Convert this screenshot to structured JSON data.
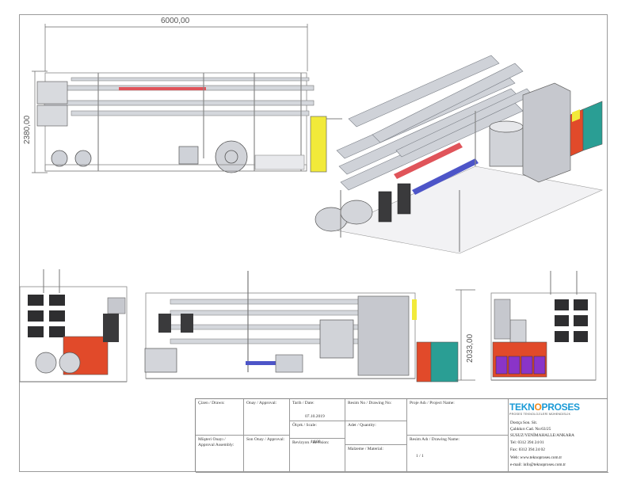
{
  "drawing": {
    "dims": {
      "overall_length": "6000,00",
      "overall_height": "2380,00",
      "side_height": "2033,00"
    }
  },
  "title_block": {
    "drawn_label": "Çizen / Drawn:",
    "checked_label": "Onay / Approval:",
    "date_label": "Tarih / Date:",
    "date_value": "07.10.2019",
    "scale_label": "Ölçek / Scale:",
    "scale_value": "1:100",
    "drawing_no_label": "Resim No / Drawing No:",
    "project_name_label": "Proje Adı / Project Name:",
    "material_label": "Adet / Quantity:",
    "material_note_label": "Malzeme / Material:",
    "customer_label": "Müşteri Onayı / Approval Assembly:",
    "part_approval_label": "Son Onay / Approval:",
    "revision_label": "Revizyon / Revision:",
    "drawing_name_label": "Resim Adı / Drawing Name:",
    "sheet_value": "1 / 1"
  },
  "company": {
    "logo_a": "TEKN",
    "logo_o": "O",
    "logo_b": "PROSES",
    "tagline": "PROSES TEKNOLOJİLERİ MÜHENDİSLİK",
    "line1": "Dostça Son. Sit.",
    "line2": "Çalıkkırı Cad. No:63/25",
    "line3": "SUSUZ/YENİMAHALLE/ANKARA",
    "line4": "Tel: 0312 394 24 01",
    "line5": "Fax: 0312 394 24 02",
    "line6": "Web: www.teknoproses.com.tr",
    "line7": "e-mail: info@teknoproses.com.tr"
  },
  "colors": {
    "pipe": "#c9ccd2",
    "pipe_dark": "#8c9098",
    "red_pipe": "#e0545a",
    "blue_pipe": "#4d55c8",
    "yellow_panel": "#f2ea3a",
    "red_box": "#e14a2a",
    "teal_box": "#2a9e94",
    "purple_box": "#8a34c8",
    "cabinet": "#c6c8ce"
  }
}
